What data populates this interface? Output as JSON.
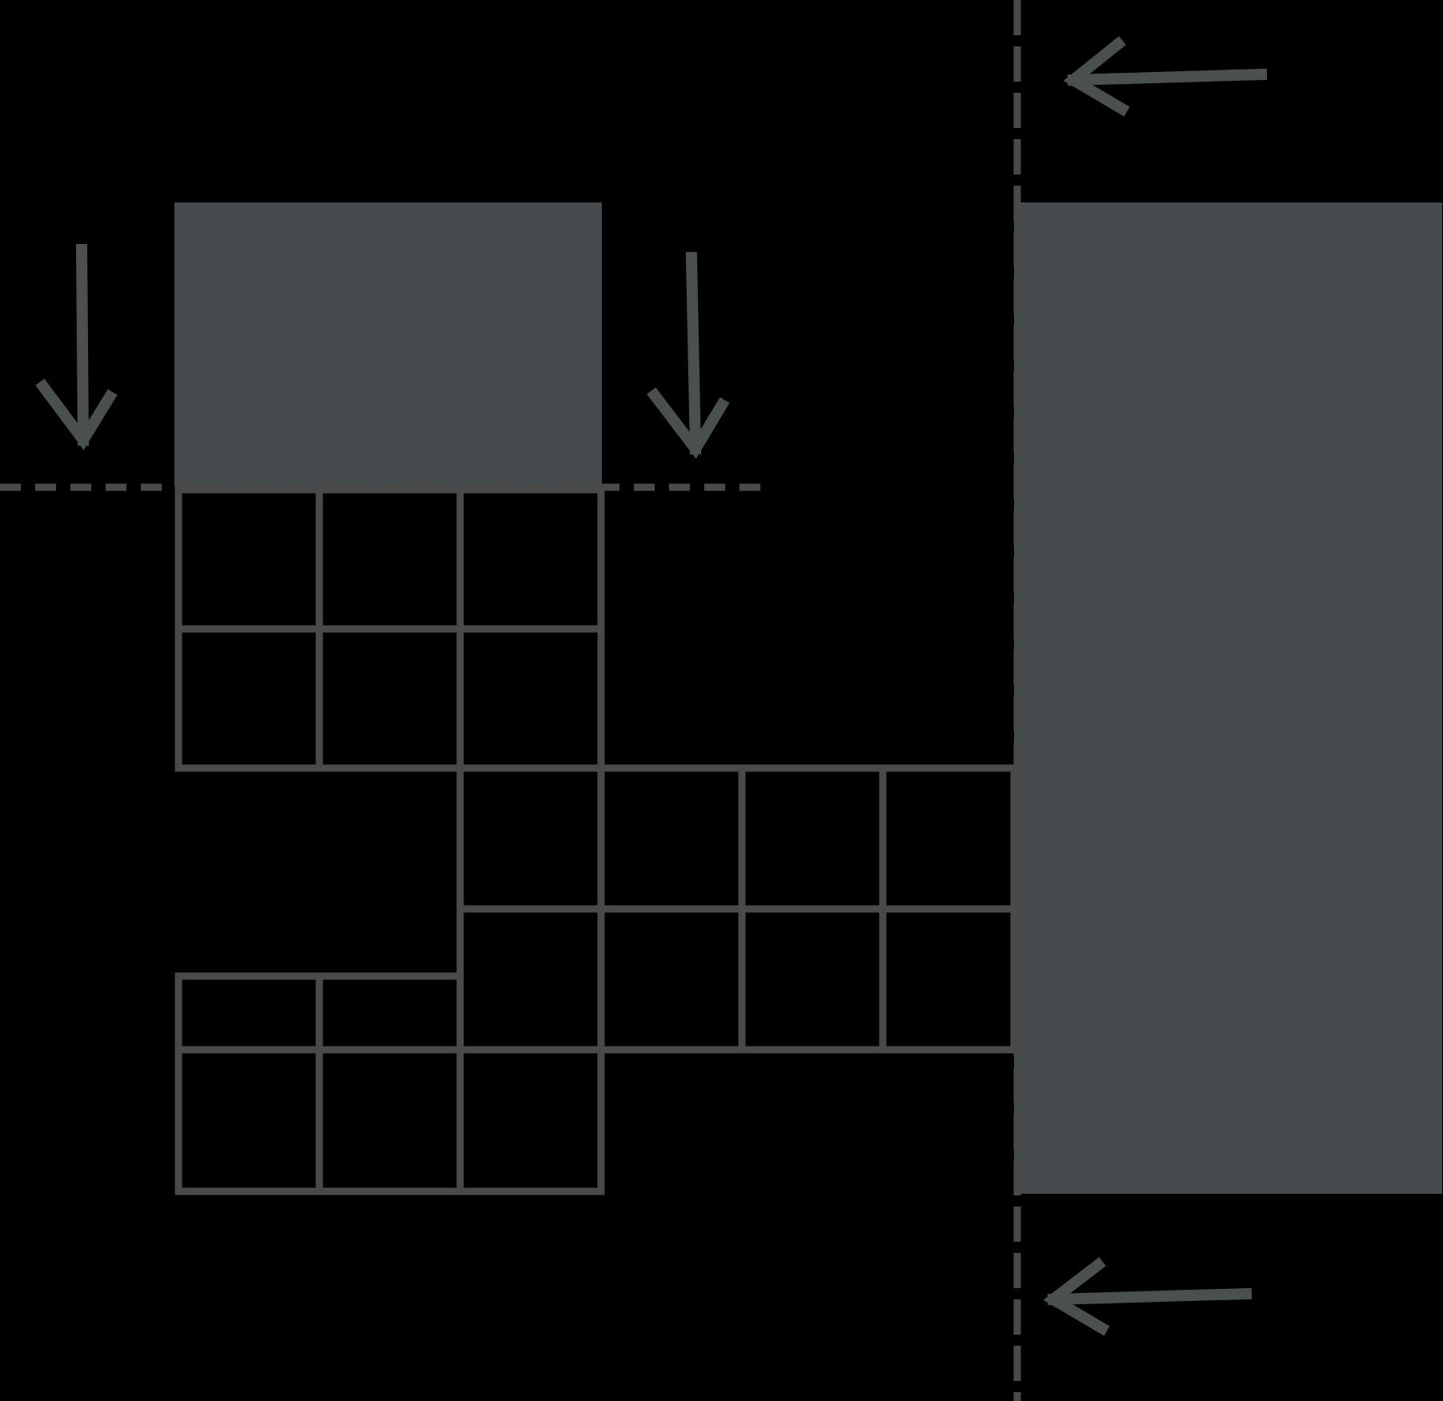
{
  "diagram": {
    "background_color": "#000000",
    "fill_color": "#454b4c",
    "line_color": "#4a4a4a",
    "arrow_color": "#4a4f50",
    "elements": {
      "top_block": "filled-rectangle",
      "right_block": "filled-rectangle",
      "grid_cells": "outlined-squares",
      "horizontal_cut_line": "dashed-line",
      "vertical_cut_line": "dashed-line",
      "down_arrows": 2,
      "left_arrows": 2
    }
  }
}
